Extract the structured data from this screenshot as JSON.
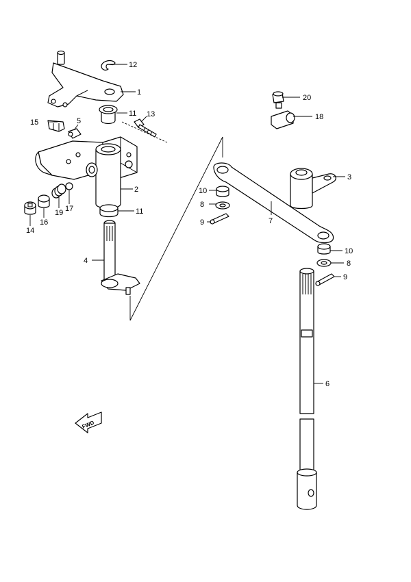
{
  "diagram": {
    "callouts": {
      "c1": "1",
      "c2": "2",
      "c3": "3",
      "c4": "4",
      "c5": "5",
      "c6": "6",
      "c7": "7",
      "c8a": "8",
      "c8b": "8",
      "c9a": "9",
      "c9b": "9",
      "c10a": "10",
      "c10b": "10",
      "c11a": "11",
      "c11b": "11",
      "c12": "12",
      "c13": "13",
      "c14": "14",
      "c15": "15",
      "c16": "16",
      "c17": "17",
      "c18": "18",
      "c19": "19",
      "c20": "20"
    },
    "fwd_label": "FWD"
  }
}
